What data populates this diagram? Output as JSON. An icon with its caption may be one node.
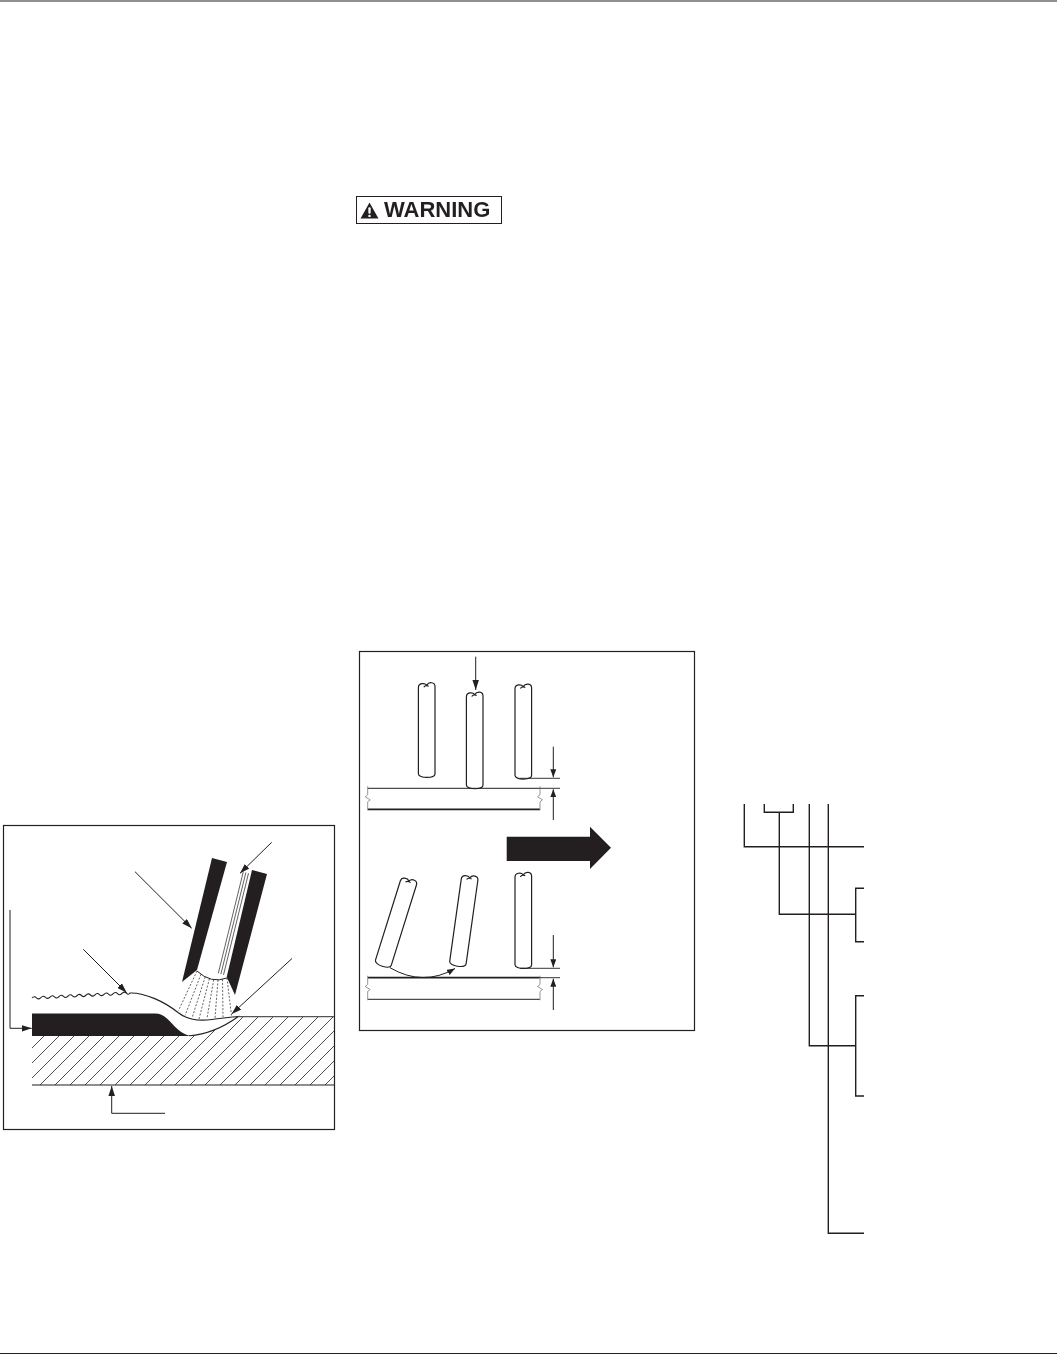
{
  "diagram": {
    "nodes": [
      {
        "text": [
          "WARNING"
        ]
      },
      {
        "text": [],
        "shape": "picture"
      },
      {
        "text": [],
        "shape": "picture",
        "in": 1
      },
      {
        "text": [],
        "shape": "picture"
      },
      {
        "text": [],
        "shape": "picture"
      },
      {
        "text": [],
        "shape": "bar"
      },
      {
        "text": [],
        "shape": "picture"
      },
      {
        "text": [],
        "shape": "picture"
      }
    ],
    "edges": [
      {
        "from": null,
        "to": 2,
        "arrow": "to"
      },
      {
        "from": null,
        "to": 1,
        "arrow": "to"
      },
      {
        "from": null,
        "to": 3,
        "arrow": "to"
      },
      {
        "from": null,
        "to": 4,
        "arrow": "to"
      },
      {
        "from": null,
        "to": 5,
        "arrow": "to"
      },
      {
        "from": null,
        "to": 6,
        "arrow": "to"
      },
      {
        "from": null,
        "to": 7,
        "arrow": "to"
      }
    ]
  }
}
